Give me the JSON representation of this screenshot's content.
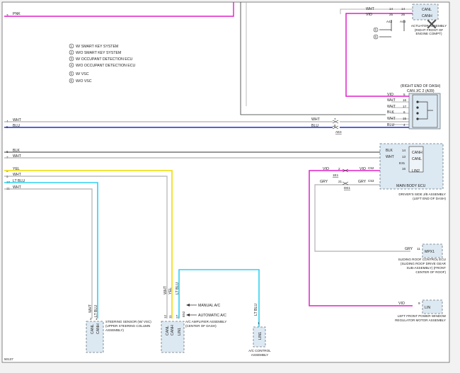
{
  "diagram": {
    "page_code": "50137",
    "colors": {
      "pink_wire": "#e020c8",
      "blue_wire": "#1f2fd0",
      "yellow_wire": "#f0e020",
      "cyan_wire": "#30d0f0",
      "gray_wire": "#b0b0b0",
      "black_wire": "#333333",
      "connector_fill": "#dde9f2",
      "connector_stroke": "#6a7680"
    },
    "legend": [
      {
        "num": "1",
        "text": "W/ SMART KEY SYSTEM"
      },
      {
        "num": "2",
        "text": "W/O SMART KEY SYSTEM"
      },
      {
        "num": "3",
        "text": "W/ OCCUPANT DETECTION ECU"
      },
      {
        "num": "4",
        "text": "W/O OCCUPANT DETECTION ECU"
      },
      {
        "num": "5",
        "text": "W/ VSC"
      },
      {
        "num": "6",
        "text": "W/O VSC"
      }
    ],
    "left_edge": {
      "pnk": {
        "num": "3",
        "color": "PNK"
      },
      "wht1": {
        "num": "4",
        "color": "WHT"
      },
      "blu": {
        "num": "5",
        "color": "BLU"
      },
      "blk": {
        "num": "6",
        "color": "BLK"
      },
      "wht2": {
        "num": "7",
        "color": "WHT"
      },
      "yel": {
        "num": "8",
        "color": "YEL"
      },
      "wht3": {
        "num": "9",
        "color": "WHT"
      },
      "ltblu": {
        "num": "10",
        "color": "LT BLU"
      },
      "wht4": {
        "num": "11",
        "color": "WHT"
      }
    },
    "actuator": {
      "wire_wht": "WHT",
      "wire_vio": "VIO",
      "pin_wht_a": "14",
      "pin_wht_b": "14",
      "pin_vio_a": "25",
      "pin_vio_b": "25",
      "pin_canl": "CANL",
      "pin_canh": "CANH",
      "conn_a42": "A42",
      "conn_a43": "A43",
      "note_5": "5",
      "note_6": "6",
      "caption": "ACTUATOR ASSEMBLY (RIGHT FRONT OF ENGINE COMPT)"
    },
    "can_jc2": {
      "caption1": "(RIGHT END OF DASH)",
      "caption2": "CAN J/C 2 (A39)",
      "rows": [
        {
          "color": "VIO",
          "pin": "5"
        },
        {
          "color": "WHT",
          "pin": "16"
        },
        {
          "color": "WHT",
          "pin": "17"
        },
        {
          "color": "BLK",
          "pin": "6"
        },
        {
          "color": "WHT",
          "pin": "15"
        },
        {
          "color": "BLU",
          "pin": "4"
        }
      ]
    },
    "splice_ae4": {
      "wht_label": "WHT",
      "blu_label": "BLU",
      "pin7": "7",
      "pin8": "8",
      "conn": "AE4"
    },
    "main_body_ecu": {
      "rows": [
        {
          "color": "BLK",
          "pin": "14",
          "name": "CANH"
        },
        {
          "color": "WHT",
          "pin": "13",
          "name": "CANL"
        },
        {
          "color": "",
          "pin": "16",
          "name": "LIN2"
        }
      ],
      "conn_e31": "E31",
      "title": "MAIN BODY ECU",
      "caption": "DRIVER'S SIDE J/B ASSEMBLY (LEFT END OF DASH)",
      "vio_in": "VIO",
      "vio_pin": "2",
      "vio_conn": "1E1",
      "vio_out": "VIO",
      "vio_conn_b": "C52",
      "gry_in": "GRY",
      "gry_pin": "21",
      "gry_conn": "DE1",
      "gry_out": "GRY",
      "gry_conn_b": "C53"
    },
    "sliding_roof": {
      "wire": "GRY",
      "pin": "11",
      "name": "MPX1",
      "caption": "SLIDING ROOF CONTROL ECU (SLIDING ROOF DRIVE GEAR SUB-ASSEMBLY) (FRONT CENTER OF ROOF)"
    },
    "window_regulator": {
      "wire": "VIO",
      "pin": "9",
      "name": "LIN",
      "caption": "LEFT FRONT POWER WINDOW REGULATOR MOTOR ASSEMBLY"
    },
    "steering_sensor": {
      "wires": [
        "WHT",
        "LT BLU"
      ],
      "pins": [
        "2",
        "1"
      ],
      "names": [
        "CANL",
        "CANH"
      ],
      "caption": "STEERING SENSOR (W/ VSC) (UPPER STEERING COLUMN ASSEMBLY)"
    },
    "ac_amplifier": {
      "wires": [
        "WHT",
        "YEL",
        "LT BLU"
      ],
      "pins": [
        "12",
        "11",
        "27"
      ],
      "names": [
        "CANL",
        "CANH",
        "LIN1"
      ],
      "conn": "E52",
      "manual": "MANUAL A/C",
      "automatic": "AUTOMATIC A/C",
      "caption": "A/C AMPLIFIER ASSEMBLY (CENTER OF DASH)"
    },
    "ac_control": {
      "wire": "LT BLU",
      "pin": "1",
      "name": "LIN1",
      "caption": "A/C CONTROL ASSEMBLY"
    }
  }
}
